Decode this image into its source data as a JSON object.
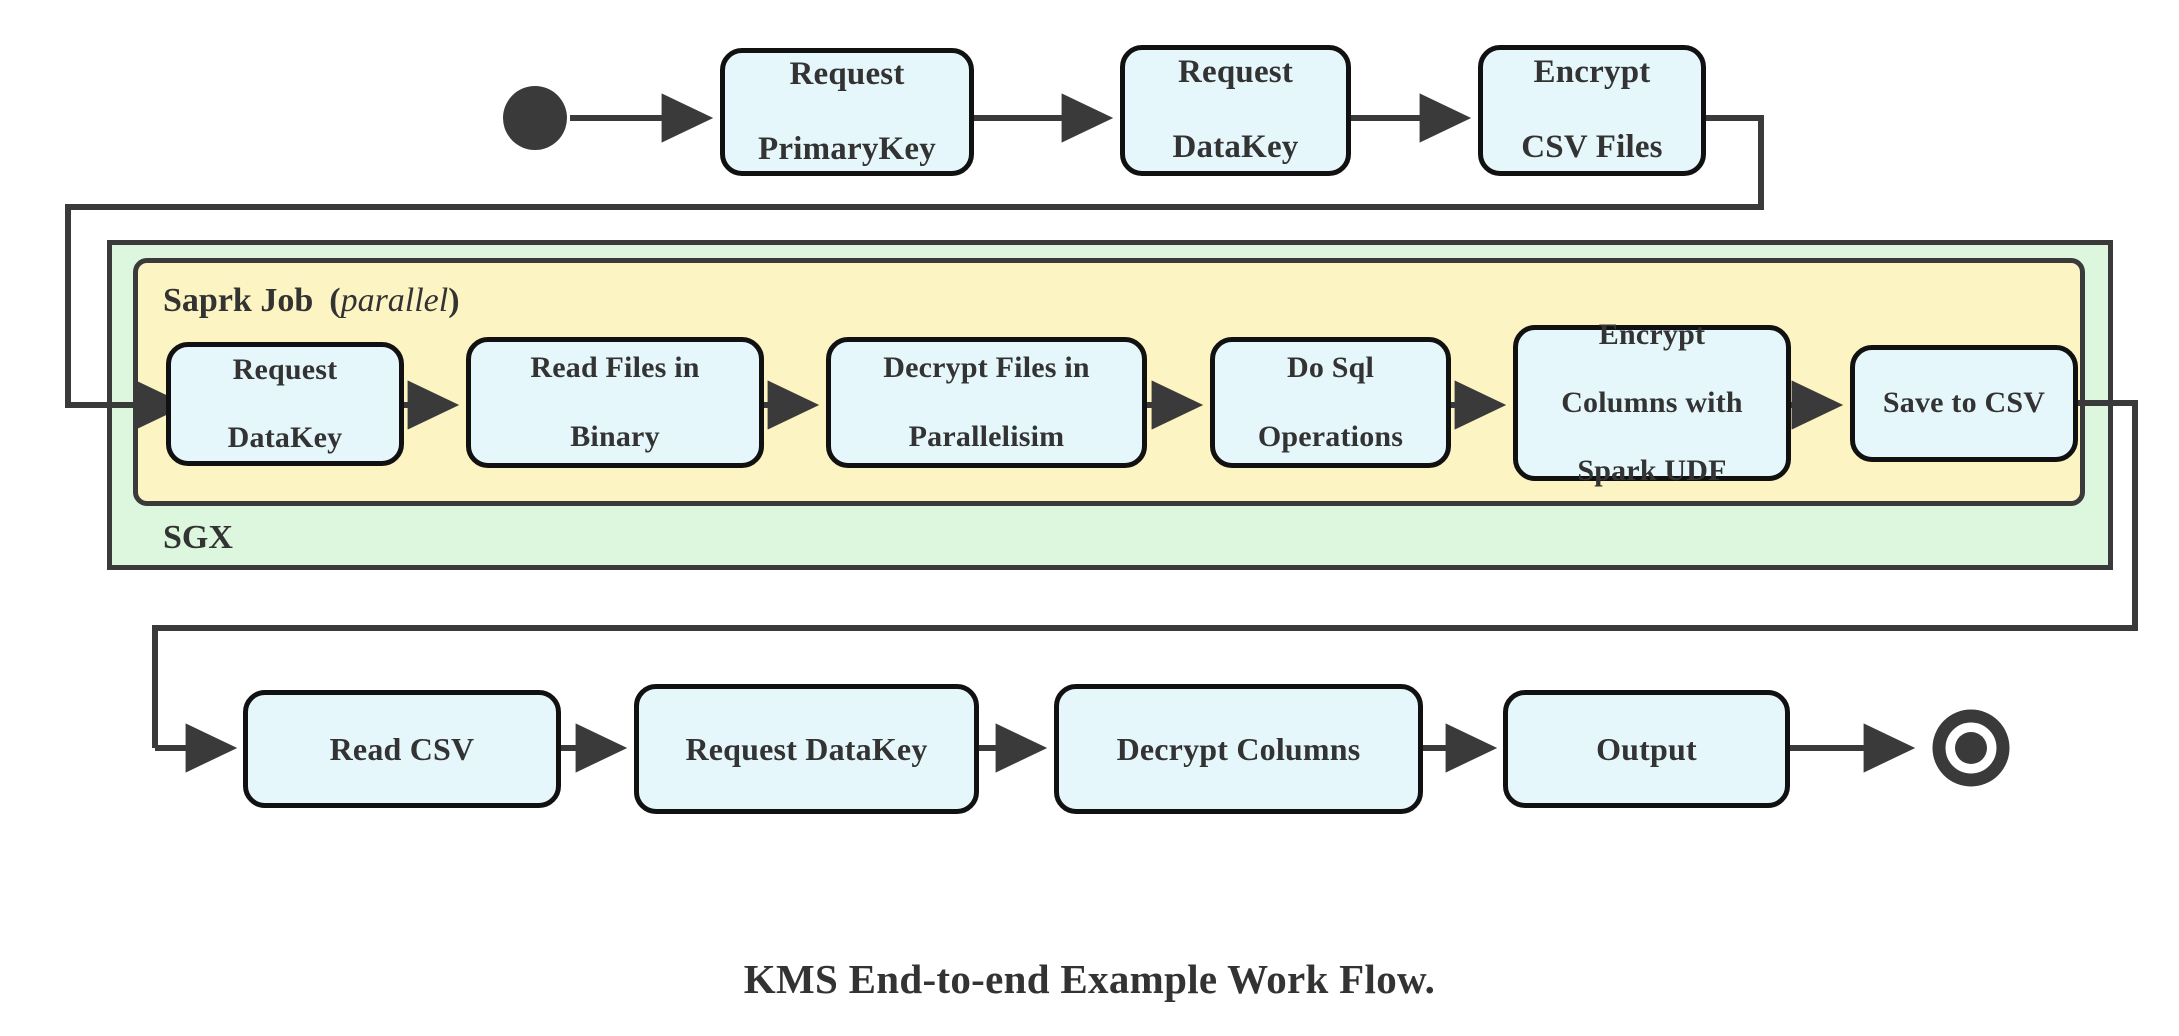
{
  "diagram": {
    "caption": "KMS End-to-end Example Work Flow.",
    "colors": {
      "node_fill": "#e6f7fb",
      "node_stroke": "#111111",
      "sgx_fill": "#ddf7de",
      "spark_fill": "#fdf4c3",
      "group_stroke": "#3a3a3a",
      "connector": "#3a3a3a",
      "text": "#333333"
    },
    "groups": [
      {
        "id": "sgx",
        "label": "SGX",
        "label_position": "bottom-left"
      },
      {
        "id": "spark",
        "label": "Saprk Job",
        "label_suffix": "(parallel)",
        "label_italic": "parallel",
        "label_position": "top-left"
      }
    ],
    "markers": [
      {
        "id": "start-node",
        "type": "filled-circle",
        "label": "start"
      },
      {
        "id": "end-node",
        "type": "bullseye-circle",
        "label": "end"
      }
    ],
    "rows": {
      "row1_label": "Top row",
      "row2_label": "Spark job row",
      "row3_label": "Bottom row"
    },
    "nodes": [
      {
        "id": "request-primarykey",
        "lines": [
          "Request",
          "PrimaryKey"
        ],
        "row": 1
      },
      {
        "id": "request-datakey-top",
        "lines": [
          "Request",
          "DataKey"
        ],
        "row": 1
      },
      {
        "id": "encrypt-csv-files",
        "lines": [
          "Encrypt",
          "CSV Files"
        ],
        "row": 1
      },
      {
        "id": "request-datakey-spark",
        "lines": [
          "Request",
          "DataKey"
        ],
        "row": 2
      },
      {
        "id": "read-files-in-binary",
        "lines": [
          "Read Files in",
          "Binary"
        ],
        "row": 2
      },
      {
        "id": "decrypt-files-parallel",
        "lines": [
          "Decrypt Files in",
          "Parallelisim"
        ],
        "row": 2
      },
      {
        "id": "do-sql-operations",
        "lines": [
          "Do Sql",
          "Operations"
        ],
        "row": 2
      },
      {
        "id": "encrypt-columns-udf",
        "lines": [
          "Encrypt",
          "Columns with",
          "Spark UDF"
        ],
        "row": 2
      },
      {
        "id": "save-to-csv",
        "lines": [
          "Save to CSV"
        ],
        "row": 2
      },
      {
        "id": "read-csv",
        "lines": [
          "Read CSV"
        ],
        "row": 3
      },
      {
        "id": "request-datakey-bottom",
        "lines": [
          "Request DataKey"
        ],
        "row": 3
      },
      {
        "id": "decrypt-columns",
        "lines": [
          "Decrypt Columns"
        ],
        "row": 3
      },
      {
        "id": "output",
        "lines": [
          "Output"
        ],
        "row": 3
      }
    ],
    "text": {
      "n1l1": "Request",
      "n1l2": "PrimaryKey",
      "n2l1": "Request",
      "n2l2": "DataKey",
      "n3l1": "Encrypt",
      "n3l2": "CSV Files",
      "n4l1": "Request",
      "n4l2": "DataKey",
      "n5l1": "Read Files in",
      "n5l2": "Binary",
      "n6l1": "Decrypt Files in",
      "n6l2": "Parallelisim",
      "n7l1": "Do Sql",
      "n7l2": "Operations",
      "n8l1": "Encrypt",
      "n8l2": "Columns with",
      "n8l3": "Spark UDF",
      "n9l1": "Save to CSV",
      "n10l1": "Read CSV",
      "n11l1": "Request DataKey",
      "n12l1": "Decrypt Columns",
      "n13l1": "Output",
      "sgx_label": "SGX",
      "spark_label": "Saprk Job",
      "spark_paren_open": "(",
      "spark_italic": "parallel",
      "spark_paren_close": ")",
      "caption": "KMS End-to-end Example Work Flow."
    }
  }
}
